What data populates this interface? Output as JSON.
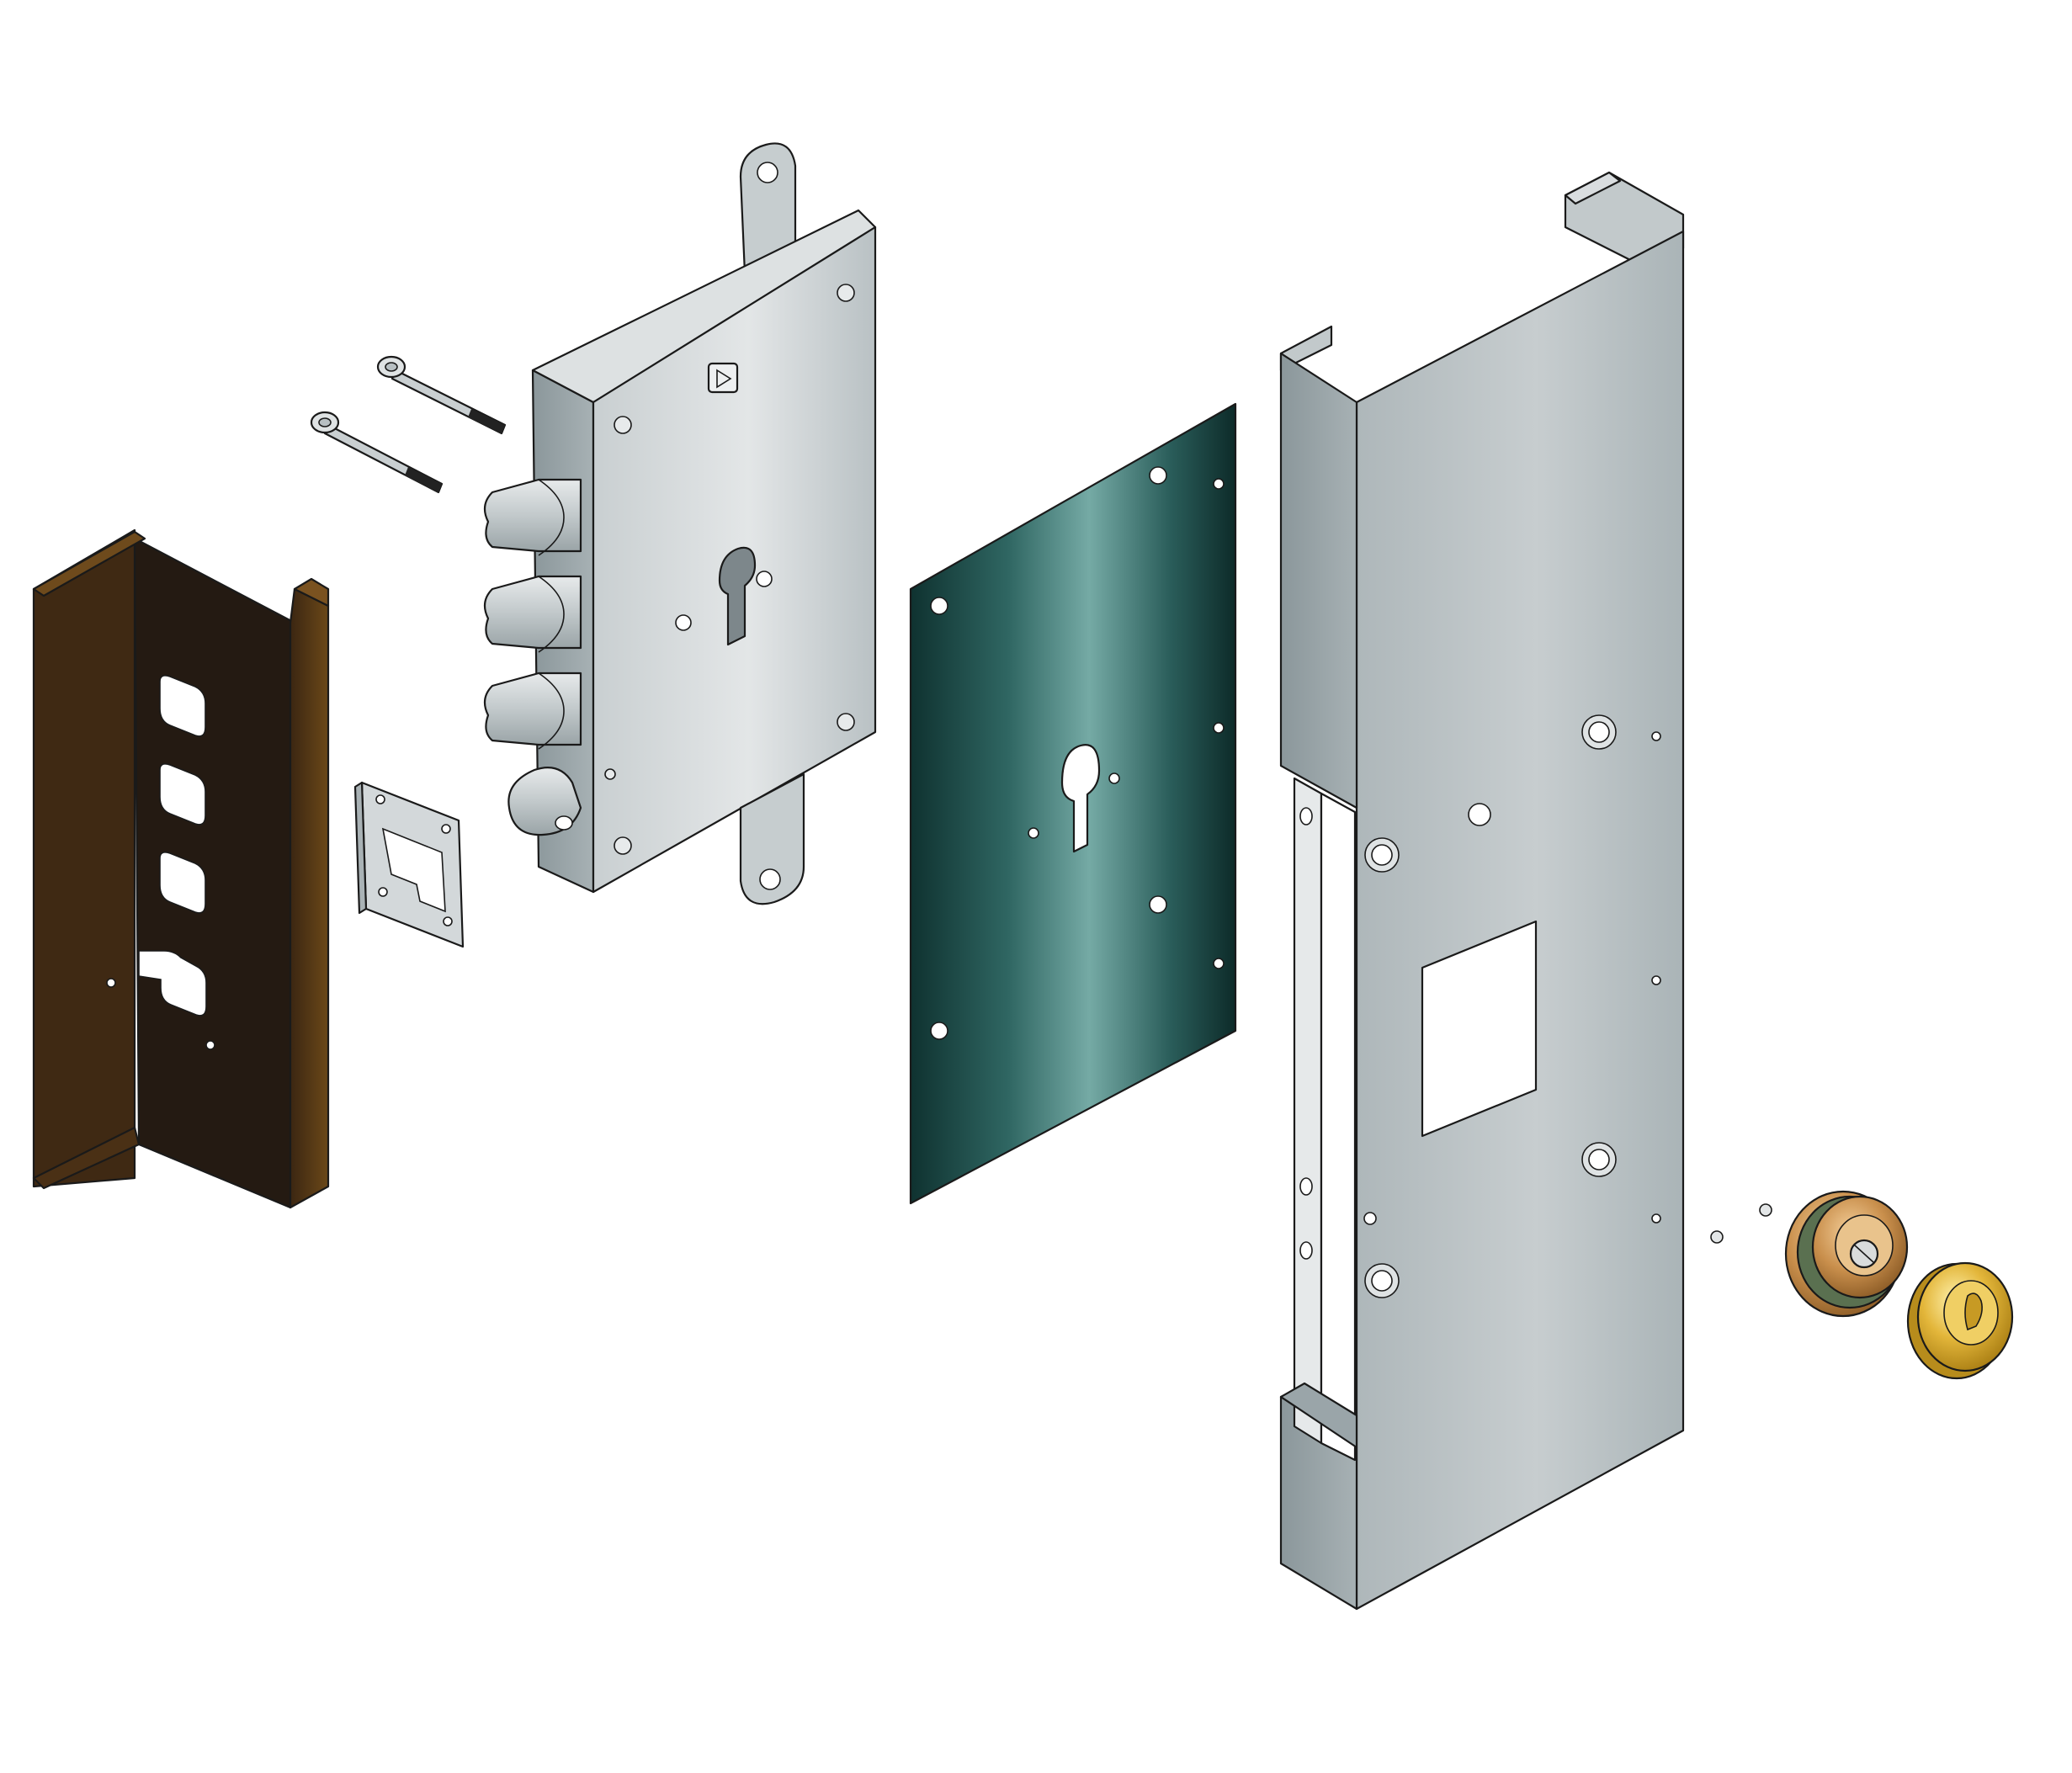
{
  "diagram": {
    "type": "exploded-view",
    "colors": {
      "steel_light": "#d6dadc",
      "steel_mid": "#b4bcbf",
      "steel_dark": "#8b979b",
      "brown": "#5a3a16",
      "brown_dark": "#241a12",
      "teal_dark": "#0f3230",
      "teal_light": "#6a9e9a",
      "brass": "#e0b43a",
      "bronze": "#c98f4c",
      "green_ring": "#5a7050"
    },
    "components": [
      {
        "id": "u-channel-bracket",
        "color_role": "brown"
      },
      {
        "id": "latch-strike-plate",
        "color_role": "steel_light"
      },
      {
        "id": "mounting-screws",
        "count": 2,
        "color_role": "steel_light"
      },
      {
        "id": "lock-body",
        "bolts": 3,
        "color_role": "steel_light"
      },
      {
        "id": "armour-plate",
        "color_role": "teal_dark"
      },
      {
        "id": "door-edge-reinforcement",
        "color_role": "steel_mid"
      },
      {
        "id": "fixing-pins",
        "count": 2,
        "color_role": "steel_light"
      },
      {
        "id": "cylinder-protector-base",
        "color_role": "bronze"
      },
      {
        "id": "cylinder-escutcheon-ring",
        "color_role": "brass"
      }
    ]
  }
}
